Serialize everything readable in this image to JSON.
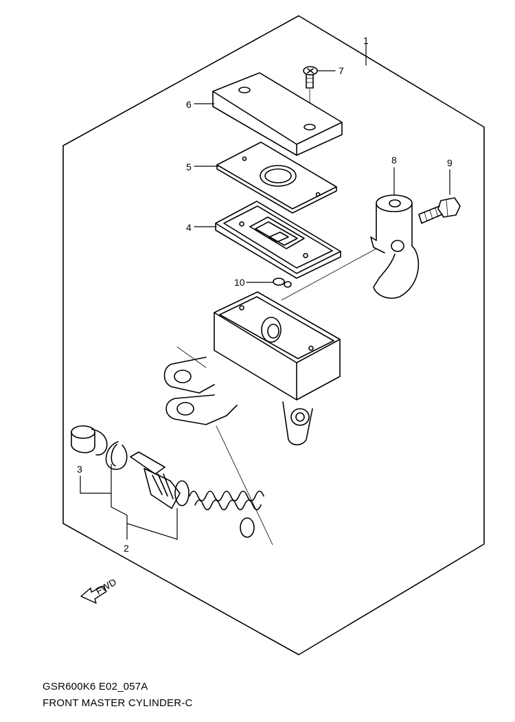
{
  "callouts": {
    "c1": "1",
    "c2": "2",
    "c3": "3",
    "c4": "4",
    "c5": "5",
    "c6": "6",
    "c7": "7",
    "c8": "8",
    "c9": "9",
    "c10": "10"
  },
  "fwd_label": "FWD",
  "caption": {
    "code": "GSR600K6 E02_057A",
    "title": "FRONT MASTER CYLINDER-C"
  }
}
